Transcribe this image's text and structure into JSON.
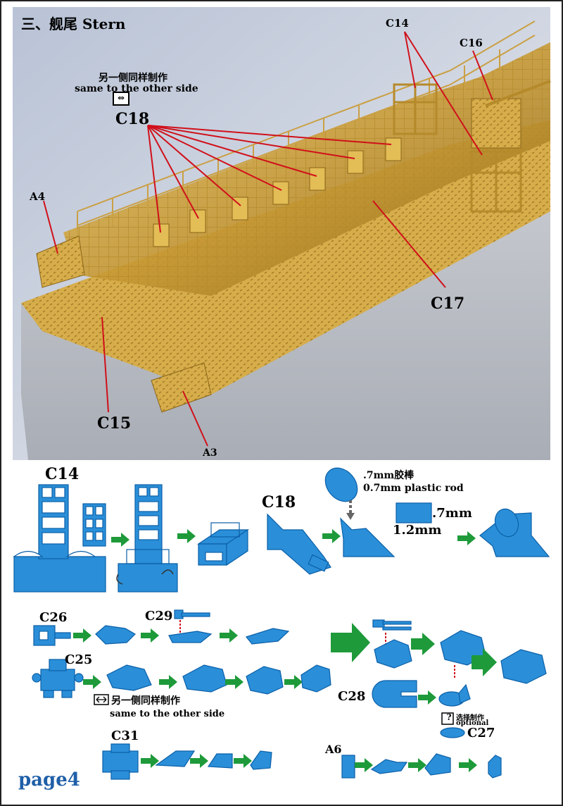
{
  "header": {
    "title": "三、舰尾 Stern"
  },
  "photo_labels": {
    "note_cn": "另一侧同样制作",
    "note_en": "same to the other side",
    "c18": "C18",
    "c14": "C14",
    "c16": "C16",
    "a4": "A4",
    "c17": "C17",
    "c15": "C15",
    "a3": "A3"
  },
  "steps": {
    "c14": "C14",
    "c18": "C18",
    "rod_cn": ".7mm胶棒",
    "rod_en": "0.7mm plastic rod",
    "dim_h": ".7mm",
    "dim_w": "1.2mm",
    "c26": "C26",
    "c29": "C29",
    "c25": "C25",
    "side_cn": "另一侧同样制作",
    "side_en": "same to the other side",
    "c28": "C28",
    "optional_cn": "选择制作",
    "optional_en": "optional",
    "c27": "C27",
    "c31": "C31",
    "a6": "A6"
  },
  "footer": {
    "page": "page4"
  },
  "colors": {
    "part_blue": "#2a8fd8",
    "arrow_green": "#1e9a3a",
    "page_label": "#1f5fa8",
    "leader_red": "#d0101a"
  }
}
